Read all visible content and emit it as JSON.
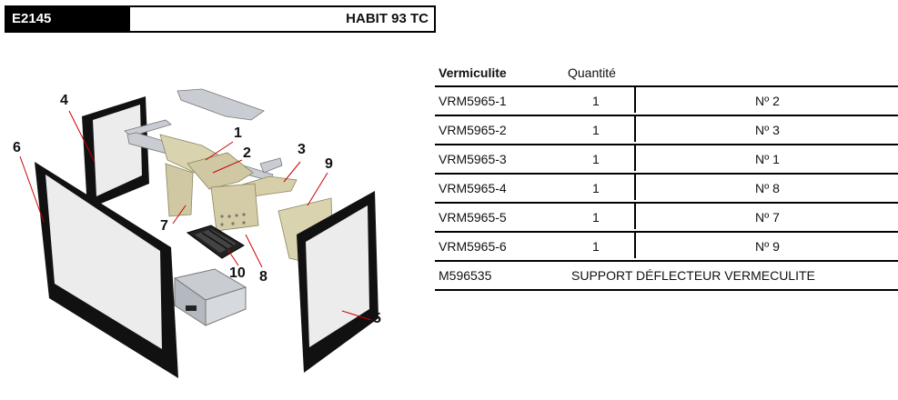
{
  "header": {
    "code": "E2145",
    "model": "HABIT 93 TC"
  },
  "table": {
    "col_ref": "Vermiculite",
    "col_qty": "Quantité",
    "rows": [
      {
        "ref": "VRM5965-1",
        "qty": "1",
        "desc": "Nº 2"
      },
      {
        "ref": "VRM5965-2",
        "qty": "1",
        "desc": "Nº 3"
      },
      {
        "ref": "VRM5965-3",
        "qty": "1",
        "desc": "Nº 1"
      },
      {
        "ref": "VRM5965-4",
        "qty": "1",
        "desc": "Nº 8"
      },
      {
        "ref": "VRM5965-5",
        "qty": "1",
        "desc": "Nº 7"
      },
      {
        "ref": "VRM5965-6",
        "qty": "1",
        "desc": "Nº 9"
      }
    ],
    "footer_row": {
      "ref": "M596535",
      "desc": "SUPPORT DÉFLECTEUR VERMECULITE"
    }
  },
  "diagram": {
    "callouts": [
      "1",
      "2",
      "3",
      "4",
      "5",
      "6",
      "7",
      "8",
      "9",
      "10"
    ]
  },
  "colors": {
    "vermiculite": "#d9d3b0",
    "metal": "#c9ccd2",
    "glass": "#ececec",
    "frame": "#111111"
  }
}
